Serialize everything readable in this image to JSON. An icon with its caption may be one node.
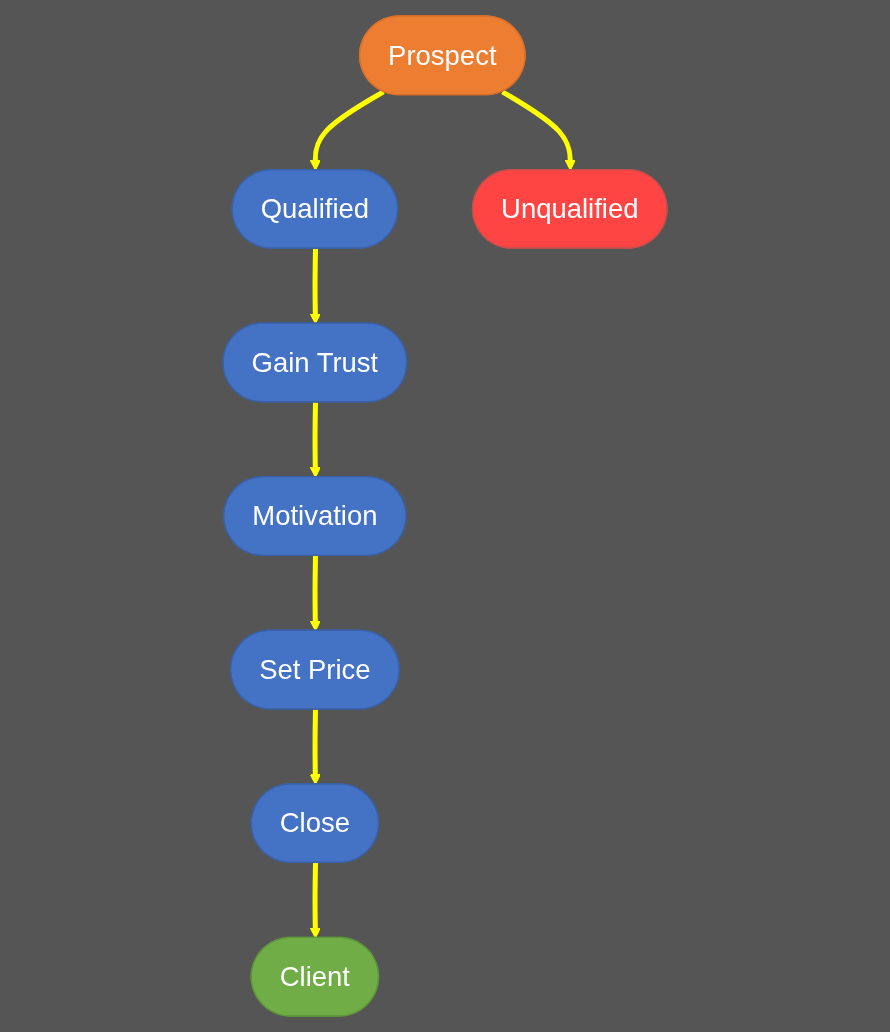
{
  "diagram": {
    "nodes": [
      {
        "text": [
          "Prospect"
        ]
      },
      {
        "text": [
          "Qualified"
        ]
      },
      {
        "text": [
          "Unqualified"
        ]
      },
      {
        "text": [
          "Gain Trust"
        ]
      },
      {
        "text": [
          "Motivation"
        ]
      },
      {
        "text": [
          "Set Price"
        ]
      },
      {
        "text": [
          "Close"
        ]
      },
      {
        "text": [
          "Client"
        ]
      }
    ],
    "edges": [
      {
        "from": 0,
        "to": 1,
        "arrow": "to"
      },
      {
        "from": 0,
        "to": 2,
        "arrow": "to"
      },
      {
        "from": 1,
        "to": 3,
        "arrow": "to"
      },
      {
        "from": 3,
        "to": 4,
        "arrow": "to"
      },
      {
        "from": 4,
        "to": 5,
        "arrow": "to"
      },
      {
        "from": 5,
        "to": 6,
        "arrow": "to"
      },
      {
        "from": 6,
        "to": 7,
        "arrow": "to"
      }
    ]
  }
}
